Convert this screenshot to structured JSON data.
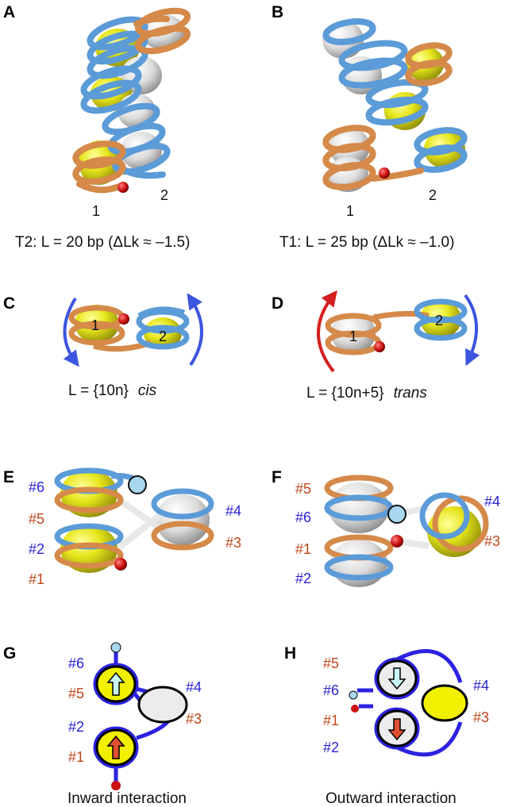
{
  "panels": {
    "a": {
      "letter": "A",
      "caption": "T2: L = 20 bp (ΔLk ≈ –1.5)",
      "n1": "1",
      "n2": "2"
    },
    "b": {
      "letter": "B",
      "caption": "T1: L = 25 bp (ΔLk ≈ –1.0)",
      "n1": "1",
      "n2": "2"
    },
    "c": {
      "letter": "C",
      "n1": "1",
      "n2": "2",
      "caption_main": "L = {10n}",
      "caption_italic": "cis"
    },
    "d": {
      "letter": "D",
      "n1": "1",
      "n2": "2",
      "caption_main": "L = {10n+5}",
      "caption_italic": "trans"
    },
    "e": {
      "letter": "E",
      "labels": {
        "l6": "#6",
        "l5": "#5",
        "l2": "#2",
        "l1": "#1",
        "l4": "#4",
        "l3": "#3"
      }
    },
    "f": {
      "letter": "F",
      "labels": {
        "l5": "#5",
        "l6": "#6",
        "l1": "#1",
        "l2": "#2",
        "l4": "#4",
        "l3": "#3"
      }
    },
    "g": {
      "letter": "G",
      "caption": "Inward interaction",
      "labels": {
        "l6": "#6",
        "l5": "#5",
        "l2": "#2",
        "l1": "#1",
        "l4": "#4",
        "l3": "#3"
      }
    },
    "h": {
      "letter": "H",
      "caption": "Outward interaction",
      "labels": {
        "l5": "#5",
        "l6": "#6",
        "l1": "#1",
        "l2": "#2",
        "l4": "#4",
        "l3": "#3"
      }
    }
  },
  "colors": {
    "blue_dna": "#5b9bd8",
    "orange_dna": "#d58a4a",
    "yellow_core": "#e2e21a",
    "white_core": "#e6e6e6",
    "red_end": "#cc1111",
    "lightblue_end": "#a8d8f0",
    "arrow_blue": "#3c55e0",
    "arrow_red": "#d42020",
    "schematic_line": "#2b22e0"
  }
}
